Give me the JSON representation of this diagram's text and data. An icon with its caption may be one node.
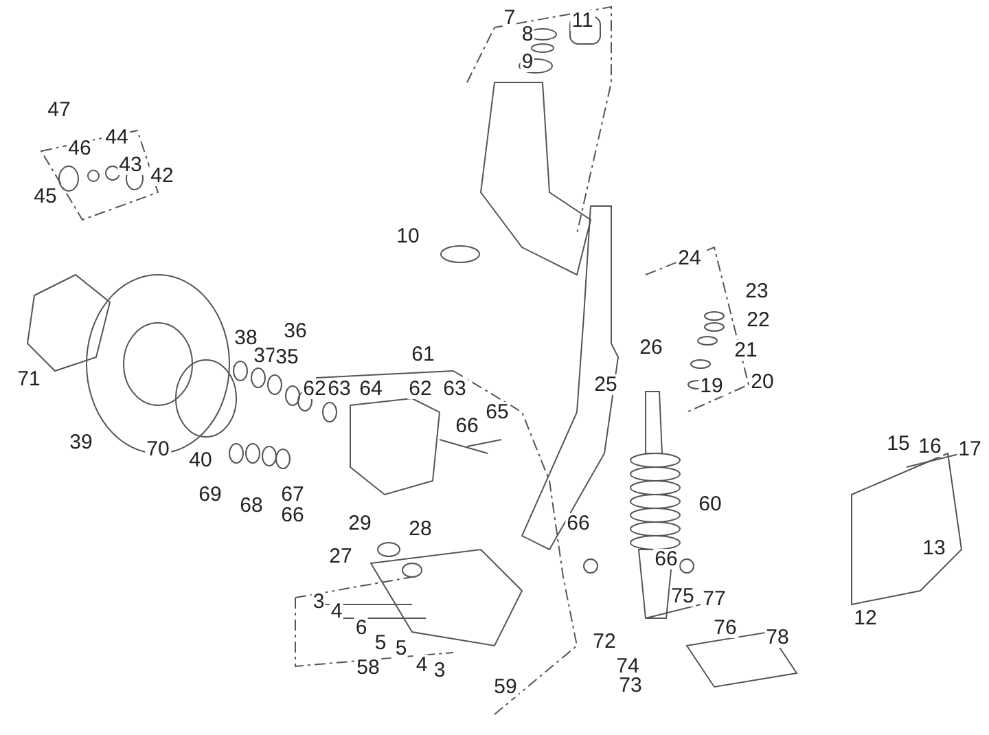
{
  "diagram": {
    "labels": [
      "7",
      "11",
      "8",
      "9",
      "47",
      "44",
      "46",
      "43",
      "42",
      "45",
      "10",
      "24",
      "23",
      "22",
      "38",
      "36",
      "26",
      "21",
      "71",
      "37",
      "35",
      "61",
      "62",
      "63",
      "64",
      "62",
      "63",
      "25",
      "19",
      "20",
      "65",
      "39",
      "70",
      "40",
      "66",
      "15",
      "16",
      "17",
      "69",
      "67",
      "68",
      "66",
      "60",
      "29",
      "28",
      "66",
      "27",
      "66",
      "13",
      "3",
      "4",
      "75",
      "77",
      "6",
      "5",
      "5",
      "76",
      "78",
      "12",
      "4",
      "3",
      "72",
      "58",
      "74",
      "59",
      "73"
    ]
  }
}
